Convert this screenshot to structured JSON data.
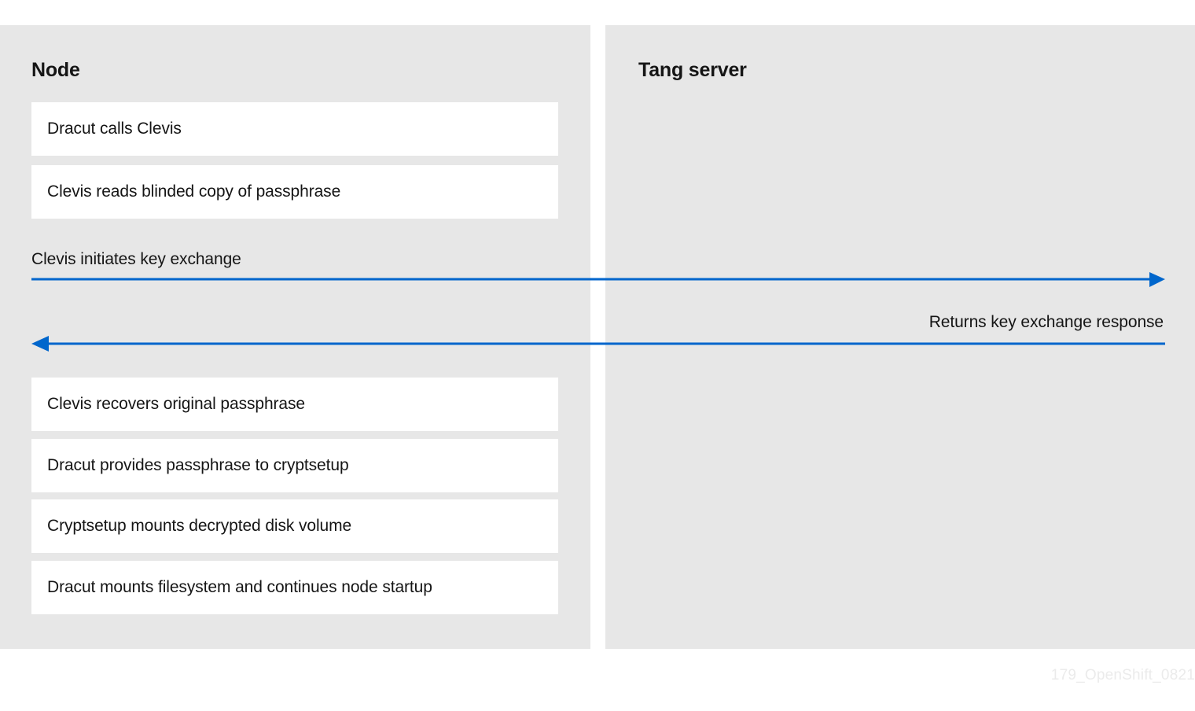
{
  "colors": {
    "panel_background": "#e7e7e7",
    "box_background": "#ffffff",
    "text": "#151515",
    "arrow_blue": "#0066cc",
    "watermark": "#ebebeb",
    "page_background": "#ffffff"
  },
  "node_panel": {
    "title": "Node",
    "steps_before_exchange": [
      {
        "label": "Dracut calls Clevis"
      },
      {
        "label": "Clevis reads blinded copy of passphrase"
      }
    ],
    "steps_after_exchange": [
      {
        "label": "Clevis recovers original passphrase"
      },
      {
        "label": "Dracut provides passphrase to cryptsetup"
      },
      {
        "label": "Cryptsetup mounts decrypted disk volume"
      },
      {
        "label": "Dracut mounts filesystem and continues node startup"
      }
    ]
  },
  "tang_panel": {
    "title": "Tang server"
  },
  "messages": [
    {
      "label": "Clevis initiates key exchange",
      "direction": "right",
      "from": "Node",
      "to": "Tang server"
    },
    {
      "label": "Returns key exchange response",
      "direction": "left",
      "from": "Tang server",
      "to": "Node"
    }
  ],
  "watermark": "179_OpenShift_0821"
}
